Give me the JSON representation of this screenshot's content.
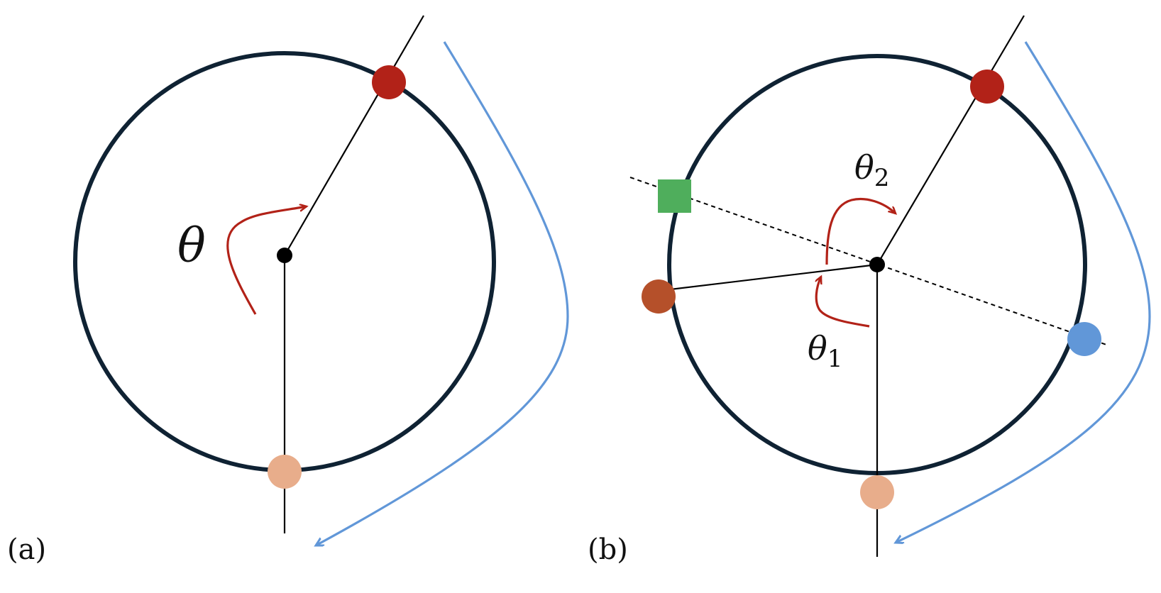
{
  "panels": [
    {
      "label": "(a)",
      "angles": [
        {
          "symbol": "θ",
          "subscript": ""
        }
      ],
      "markers": [
        {
          "name": "top-marker",
          "shape": "circle",
          "color": "#b22218"
        },
        {
          "name": "bottom-marker",
          "shape": "circle",
          "color": "#e8ad8b"
        }
      ]
    },
    {
      "label": "(b)",
      "angles": [
        {
          "symbol": "θ",
          "subscript": "1"
        },
        {
          "symbol": "θ",
          "subscript": "2"
        }
      ],
      "markers": [
        {
          "name": "top-marker",
          "shape": "circle",
          "color": "#b22218"
        },
        {
          "name": "bottom-marker",
          "shape": "circle",
          "color": "#e8ad8b"
        },
        {
          "name": "left-marker",
          "shape": "circle",
          "color": "#b5502a"
        },
        {
          "name": "square-marker",
          "shape": "square",
          "color": "#4fae5c"
        },
        {
          "name": "right-marker",
          "shape": "circle",
          "color": "#6197d8"
        }
      ]
    }
  ],
  "colors": {
    "ring": "#0f2233",
    "rod": "#000000",
    "pivot": "#000000",
    "angle_arrow": "#b22218",
    "motion_arrow": "#6197d8"
  }
}
